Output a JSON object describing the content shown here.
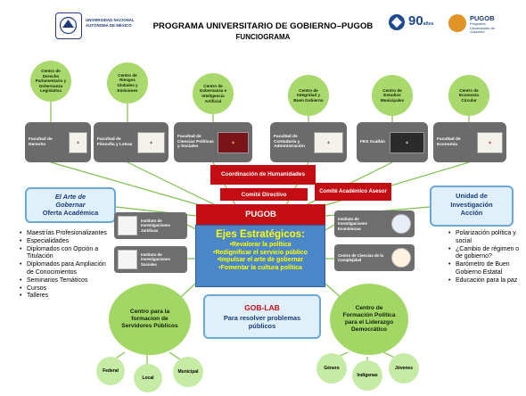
{
  "header": {
    "title": "PROGRAMA UNIVERSITARIO DE GOBIERNO–PUGOB",
    "subtitle": "FUNCIOGRAMA",
    "unam_logo_text": [
      "UNIVERSIDAD NACIONAL",
      "AUTÓNOMA DE MÉXICO"
    ],
    "right_logos": [
      {
        "name": "logo-90-anos",
        "text": "años"
      },
      {
        "name": "logo-pugob",
        "text": "PUGOB",
        "caption": "Programa Universitario de Gobierno"
      }
    ]
  },
  "top_centers": [
    "Centro de Derecho Parlamentario y Gobernanza Legislativa",
    "Centro de Riesgos Globales y Emisiones",
    "Centro de Gobernanza e Inteligencia Artificial",
    "Centro de Integridad y Buen Gobierno",
    "Centro de Estudios Municipales",
    "Centro de Economía Circular"
  ],
  "faculties": [
    "Facultad de Derecho",
    "Facultad de Filosofía y Letras",
    "Facultad de Ciencias Políticas y Sociales",
    "Facultad de Contaduría y Administración",
    "FES Acatlán",
    "Facultad de Economía"
  ],
  "red_labels": {
    "humanidades": "Coordinación de Humanidades",
    "comite_directivo": "Comité Directivo",
    "comite_academico": "Comité Académico Asesor",
    "pugob": "PUGOB"
  },
  "left_institutes": [
    "Instituto de Investigaciones Jurídicas",
    "Instituto de Investigaciones Sociales"
  ],
  "right_institutes": [
    "Instituto de Investigaciones Económicas",
    "Centro de Ciencias de la Complejidad"
  ],
  "ejes": {
    "title": "Ejes Estratégicos:",
    "items": [
      "Revalorar la política",
      "Redignificar el servicio público",
      "Impulsar el arte de gobernar",
      "Fomentar la cultura política"
    ]
  },
  "arte_gobernar": {
    "line1": "El Arte de",
    "line2": "Gobernar",
    "line3": "Oferta Académica"
  },
  "unidad_inv": {
    "line1": "Unidad de",
    "line2": "Investigación",
    "line3": "Acción"
  },
  "left_list": [
    "Maestrías Profesionalizantes",
    "Especialidades",
    "Diplomados con Opción a Titulación",
    "Diplomados para Ampliación de Conocimientos",
    "Seminarios Temáticos",
    "Cursos",
    "Talleres"
  ],
  "right_list": [
    "Polarización política y social",
    "¿Cambio de régimen o de gobierno?",
    "Barómetro de Buen Gobierno Estatal",
    "Educación para la paz"
  ],
  "gob_lab": {
    "title": "GOB-LAB",
    "text": "Para resolver problemas públicos"
  },
  "centro_formacion": "Centro para la formacion de Servidores Públicos",
  "centro_liderazgo": "Centro de Formación Política para el Liderazgo Democrático",
  "gov_levels": [
    "Federal",
    "Local",
    "Municipal"
  ],
  "groups": [
    "Género",
    "Indígenas",
    "Jóvenes"
  ],
  "colors": {
    "green": "#a9d96c",
    "red": "#c40d13",
    "blue": "#4a86c8",
    "yellow_text": "#ffff00",
    "gray": "#6b6b6b"
  }
}
